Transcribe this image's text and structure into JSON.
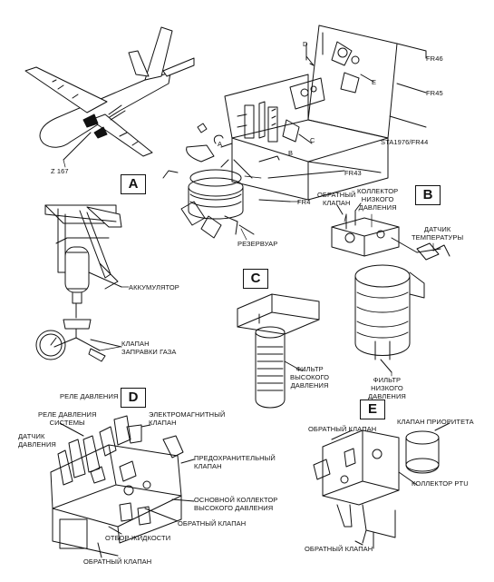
{
  "callouts": {
    "a": "A",
    "b": "B",
    "c": "C",
    "d": "D",
    "e": "E"
  },
  "overview": {
    "zone": "Z 167",
    "frame_fr46": "FR46",
    "frame_fr45": "FR45",
    "frame_sta": "STA1976/FR44",
    "frame_fr43": "FR43",
    "frame_fr4": "FR4",
    "arrow_a": "A",
    "arrow_b": "B",
    "arrow_c": "C",
    "arrow_d": "D",
    "arrow_e": "E",
    "reservoir": "РЕЗЕРВУАР"
  },
  "view_a": {
    "accumulator": "АККУМУЛЯТОР",
    "gas_valve": "КЛАПАН\nЗАПРАВКИ ГАЗА"
  },
  "view_b": {
    "check_valve": "ОБРАТНЫЙ\nКЛАПАН",
    "lp_manifold": "КОЛЛЕКТОР\nНИЗКОГО\nДАВЛЕНИЯ",
    "temp_sensor": "ДАТЧИК\nТЕМПЕРАТУРЫ",
    "lp_filter": "ФИЛЬТР\nНИЗКОГО\nДАВЛЕНИЯ"
  },
  "view_c": {
    "hp_filter": "ФИЛЬТР\nВЫСОКОГО\nДАВЛЕНИЯ"
  },
  "view_d": {
    "pressure_switch": "РЕЛЕ ДАВЛЕНИЯ",
    "system_pressure_switch": "РЕЛЕ ДАВЛЕНИЯ\nСИСТЕМЫ",
    "pressure_sensor": "ДАТЧИК\nДАВЛЕНИЯ",
    "solenoid_valve": "ЭЛЕКТРОМАГНИТНЫЙ\nКЛАПАН",
    "relief_valve": "ПРЕДОХРАНИТЕЛЬНЫЙ\nКЛАПАН",
    "hp_manifold": "ОСНОВНОЙ КОЛЛЕКТОР\nВЫСОКОГО ДАВЛЕНИЯ",
    "check_valve_right": "ОБРАТНЫЙ КЛАПАН",
    "fluid_sampling": "ОТБОР ЖИДКОСТИ",
    "check_valve_bottom": "ОБРАТНЫЙ КЛАПАН"
  },
  "view_e": {
    "check_valve_top": "ОБРАТНЫЙ КЛАПАН",
    "priority_valve": "КЛАПАН ПРИОРИТЕТА",
    "ptu_manifold": "КОЛЛЕКТОР PTU",
    "check_valve_bottom": "ОБРАТНЫЙ КЛАПАН"
  }
}
